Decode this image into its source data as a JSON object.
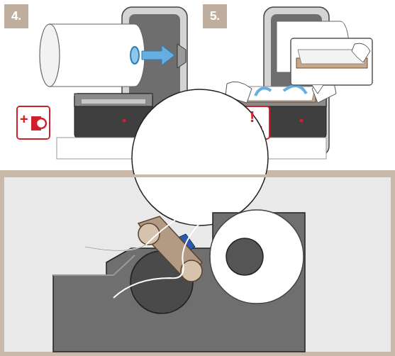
{
  "diagram": {
    "nodes": [
      {
        "text": [
          "4."
        ]
      },
      {
        "text": [
          "5."
        ]
      }
    ],
    "labels": [
      "+",
      "!"
    ]
  }
}
